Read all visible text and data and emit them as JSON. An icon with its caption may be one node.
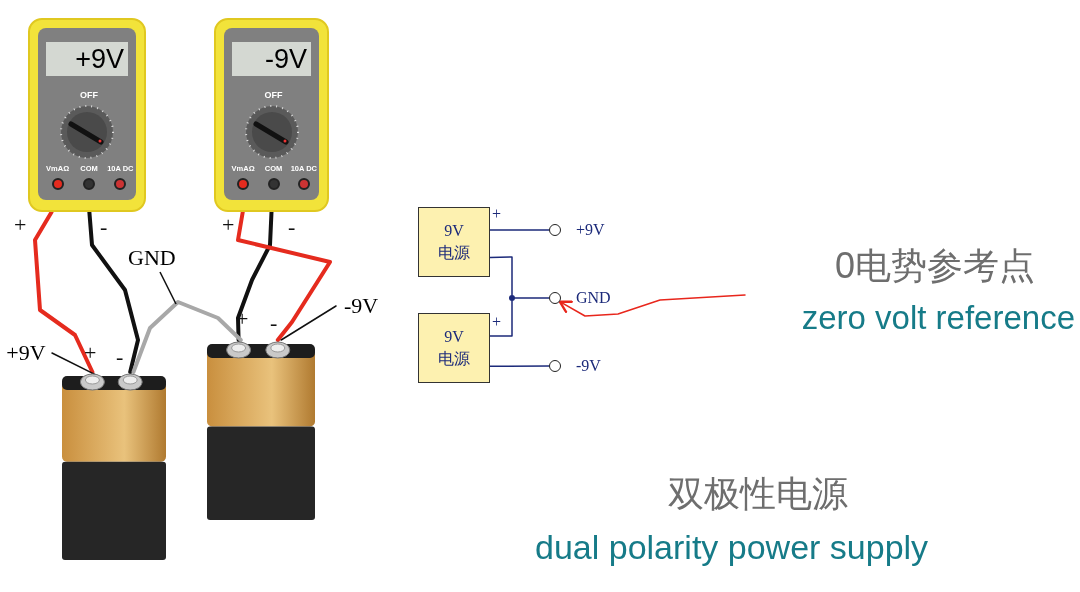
{
  "diagram": {
    "nodes": [
      {
        "text": [
          "+9V",
          "OFF",
          "VmAΩ",
          "COM",
          "10A DC"
        ]
      },
      {
        "text": [
          "-9V",
          "OFF",
          "VmAΩ",
          "COM",
          "10A DC"
        ]
      },
      {
        "text": [],
        "shape": "battery"
      },
      {
        "text": [],
        "shape": "battery"
      },
      {
        "text": [
          "9V",
          "电源"
        ]
      },
      {
        "text": [
          "9V",
          "电源"
        ]
      },
      {
        "text": [],
        "shape": "circle",
        "beside": [
          "+9V"
        ]
      },
      {
        "text": [],
        "shape": "dot"
      },
      {
        "text": [],
        "shape": "circle",
        "beside": [
          "GND"
        ]
      },
      {
        "text": [],
        "shape": "circle",
        "beside": [
          "-9V"
        ]
      },
      {
        "text": [
          "0电势参考点",
          "zero volt reference"
        ]
      },
      {
        "text": [
          "+9V"
        ]
      },
      {
        "text": [
          "-9V"
        ]
      }
    ],
    "edges": [
      {
        "from": 0,
        "to": 2,
        "arrow": "none",
        "style": "thick",
        "color": "#e52b1e"
      },
      {
        "from": 0,
        "to": 2,
        "arrow": "none",
        "style": "thick",
        "color": "#111111"
      },
      {
        "from": 1,
        "to": 3,
        "arrow": "none",
        "style": "thick",
        "color": "#111111"
      },
      {
        "from": 1,
        "to": 3,
        "arrow": "none",
        "style": "thick",
        "color": "#e52b1e"
      },
      {
        "from": 2,
        "to": 3,
        "arrow": "none",
        "label": "GND",
        "style": "thick",
        "color": "#a8a8a8"
      },
      {
        "from": 4,
        "to": 6,
        "arrow": "none"
      },
      {
        "from": 4,
        "to": 7,
        "arrow": "none"
      },
      {
        "from": 5,
        "to": 7,
        "arrow": "none"
      },
      {
        "from": 7,
        "to": 8,
        "arrow": "none"
      },
      {
        "from": 5,
        "to": 9,
        "arrow": "none"
      },
      {
        "from": 10,
        "to": 8,
        "arrow": "to",
        "color": "#e8261c"
      },
      {
        "from": 11,
        "to": 2,
        "arrow": "none",
        "color": "#111111"
      },
      {
        "from": 12,
        "to": 3,
        "arrow": "none",
        "color": "#111111"
      }
    ],
    "labels": [
      "+",
      "-",
      "+",
      "-",
      "+",
      "+",
      "-",
      "+",
      "+",
      "-",
      "双极性电源",
      "dual polarity power supply"
    ]
  }
}
